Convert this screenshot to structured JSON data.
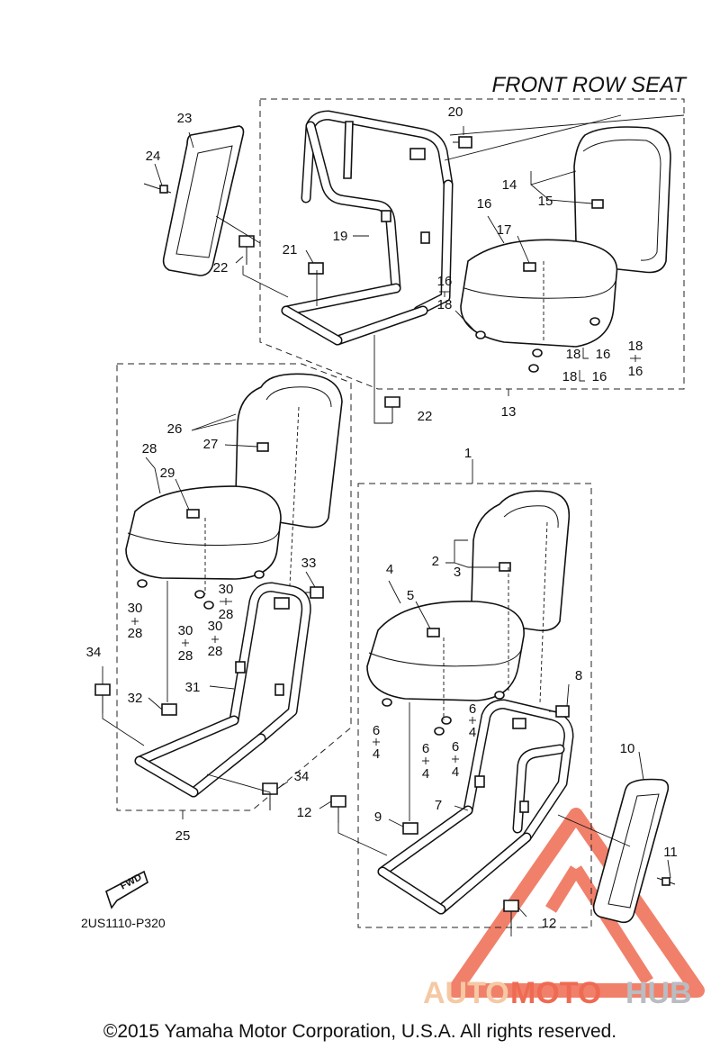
{
  "title": "FRONT ROW SEAT",
  "diagram_code": "2US1110-P320",
  "copyright": "©2015 Yamaha Motor Corporation, U.S.A. All rights reserved.",
  "watermark": {
    "part1": "AUTO",
    "part2": "MOTO",
    "part3": "HUB",
    "color_auto": "#f5c9a4",
    "color_moto": "#ef6a52",
    "color_hub": "#b9bcc0"
  },
  "fwd_label": "FWD",
  "callouts": {
    "c1": "1",
    "c2": "2",
    "c3": "3",
    "c4": "4",
    "c5": "5",
    "c6a": "6",
    "c4a": "4",
    "c6b": "6",
    "c4b": "4",
    "c6c": "6",
    "c4c": "4",
    "c6d": "6",
    "c4d": "4",
    "c7": "7",
    "c8": "8",
    "c9": "9",
    "c10": "10",
    "c11": "11",
    "c12a": "12",
    "c12b": "12",
    "c13": "13",
    "c14": "14",
    "c15": "15",
    "c16": "16",
    "c17": "17",
    "c16a": "16",
    "c18a": "18",
    "c18b": "18",
    "c16b": "16",
    "c18c": "18",
    "c16c": "16",
    "c18d": "18",
    "c16d": "16",
    "c19": "19",
    "c20": "20",
    "c21": "21",
    "c22a": "22",
    "c22b": "22",
    "c23": "23",
    "c24": "24",
    "c25": "25",
    "c26": "26",
    "c27": "27",
    "c28": "28",
    "c29": "29",
    "c30a": "30",
    "c28a": "28",
    "c30b": "30",
    "c28b": "28",
    "c30c": "30",
    "c28c": "28",
    "c30d": "30",
    "c28d": "28",
    "c31": "31",
    "c32": "32",
    "c33": "33",
    "c34a": "34",
    "c34b": "34"
  }
}
